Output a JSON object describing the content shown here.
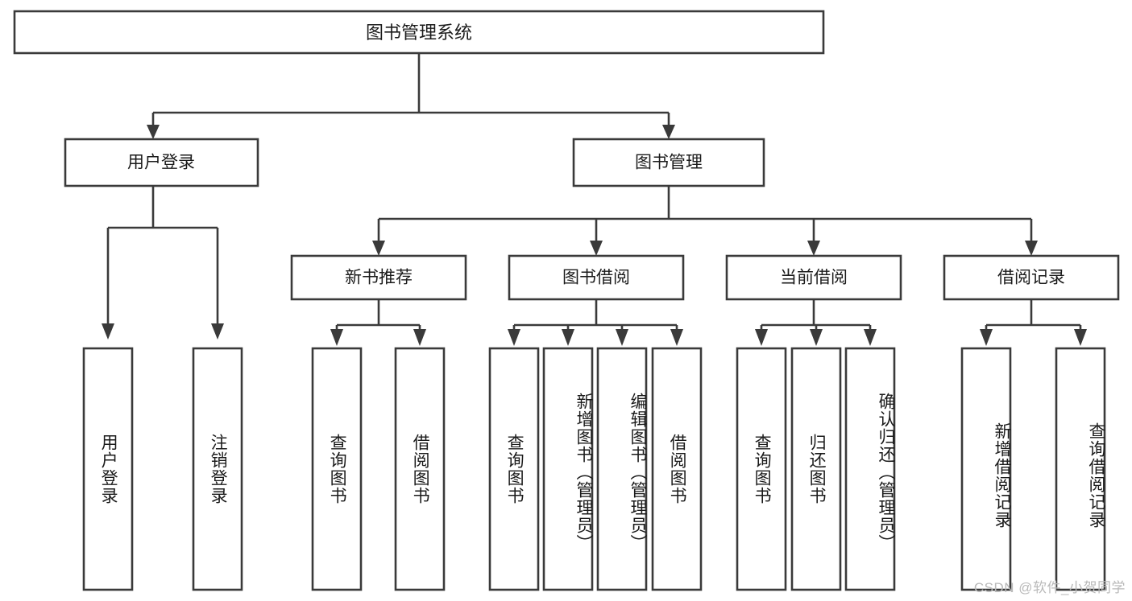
{
  "diagram": {
    "type": "tree-hierarchy",
    "title": "图书管理系统",
    "root": {
      "label": "图书管理系统"
    },
    "level2": [
      {
        "id": "user-login",
        "label": "用户登录"
      },
      {
        "id": "book-management",
        "label": "图书管理"
      }
    ],
    "level3": [
      {
        "id": "new-book-recommend",
        "label": "新书推荐"
      },
      {
        "id": "book-borrow",
        "label": "图书借阅"
      },
      {
        "id": "current-borrow",
        "label": "当前借阅"
      },
      {
        "id": "borrow-record",
        "label": "借阅记录"
      }
    ],
    "leaves": {
      "user_login": [
        {
          "id": "leaf-user-login",
          "label": "用户登录"
        },
        {
          "id": "leaf-user-logout",
          "label": "注销登录"
        }
      ],
      "new_book_recommend": [
        {
          "id": "leaf-query-book-1",
          "label": "查询图书"
        },
        {
          "id": "leaf-borrow-book-1",
          "label": "借阅图书"
        }
      ],
      "book_borrow": [
        {
          "id": "leaf-query-book-2",
          "label": "查询图书"
        },
        {
          "id": "leaf-add-book",
          "label": "新增图书（管理员）"
        },
        {
          "id": "leaf-edit-book",
          "label": "编辑图书（管理员）"
        },
        {
          "id": "leaf-borrow-book-2",
          "label": "借阅图书"
        }
      ],
      "current_borrow": [
        {
          "id": "leaf-query-book-3",
          "label": "查询图书"
        },
        {
          "id": "leaf-return-book",
          "label": "归还图书"
        },
        {
          "id": "leaf-confirm-return",
          "label": "确认归还（管理员）"
        }
      ],
      "borrow_record": [
        {
          "id": "leaf-add-record",
          "label": "新增借阅记录"
        },
        {
          "id": "leaf-query-record",
          "label": "查询借阅记录"
        }
      ]
    },
    "colors": {
      "stroke": "#3a3a3a",
      "box_fill": "#ffffff",
      "text": "#1b1b1b",
      "background": "#ffffff",
      "watermark": "#b9b9b9"
    }
  },
  "watermark": {
    "text": "CSDN @软件_小贺同学"
  }
}
